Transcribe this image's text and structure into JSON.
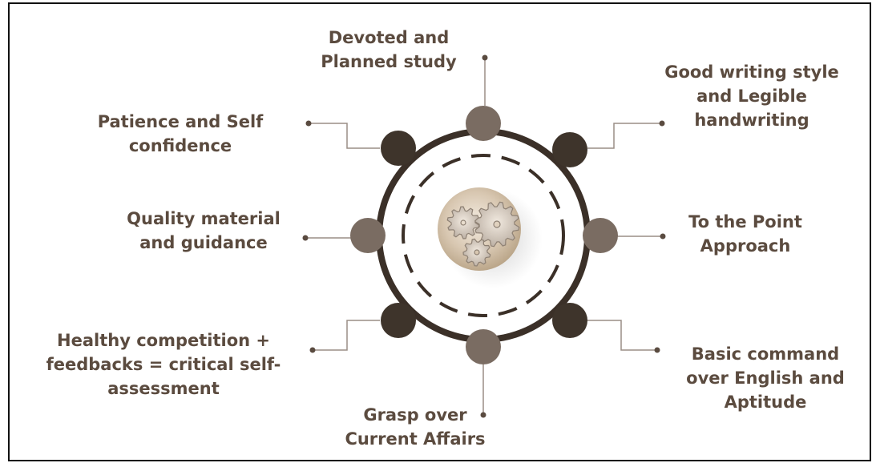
{
  "diagram": {
    "labels": {
      "top": "Devoted and\nPlanned study",
      "top_right": "Good writing style\nand Legible\nhandwriting",
      "right": "To the Point\nApproach",
      "bottom_right": "Basic command\nover English and\nAptitude",
      "bottom": "Grasp over\nCurrent Affairs",
      "bottom_left": "Healthy competition +\nfeedbacks = critical self-\nassessment",
      "left": "Quality material\nand guidance",
      "top_left": "Patience and Self\nconfidence"
    },
    "colors": {
      "text": "#5b4b3f",
      "ring": "#3b3028",
      "node_dark": "#3e342b",
      "node_light": "#7a6c62",
      "connector": "#9a8e86",
      "hub": "#d9cbb8"
    },
    "center_icon": "gears-icon"
  }
}
